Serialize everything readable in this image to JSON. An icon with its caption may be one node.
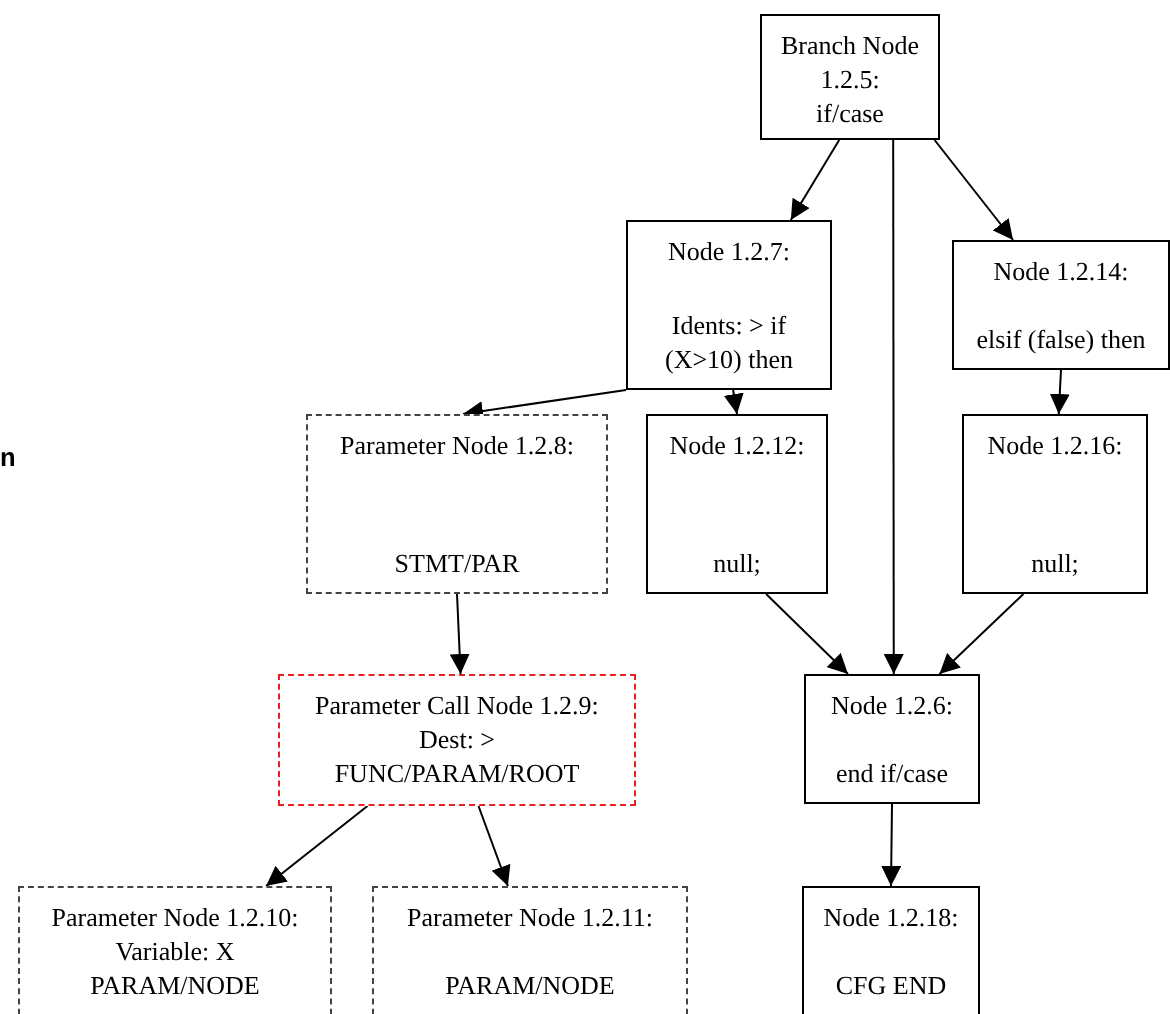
{
  "diagram": {
    "nodes": [
      {
        "text": [
          "Branch Node 1.2.5:",
          "if/case"
        ]
      },
      {
        "text": [
          "Node 1.2.7:",
          "Idents: > if (X>10) then"
        ]
      },
      {
        "text": [
          "Node 1.2.14:",
          "elsif (false) then"
        ]
      },
      {
        "text": [
          "Parameter Node 1.2.8:",
          "STMT/PAR"
        ]
      },
      {
        "text": [
          "Node 1.2.12:",
          "null;"
        ]
      },
      {
        "text": [
          "Node 1.2.16:",
          "null;"
        ]
      },
      {
        "text": [
          "Parameter Call Node 1.2.9:",
          "Dest: > FUNC/PARAM/ROOT"
        ]
      },
      {
        "text": [
          "Node 1.2.6:",
          "end if/case"
        ]
      },
      {
        "text": [
          "Parameter Node 1.2.10:",
          "Variable: X PARAM/NODE"
        ]
      },
      {
        "text": [
          "Parameter Node 1.2.11:",
          "PARAM/NODE"
        ]
      },
      {
        "text": [
          "Node 1.2.18:",
          "CFG END"
        ]
      }
    ],
    "edges": [
      {
        "from": 0,
        "to": 1,
        "arrow": "to"
      },
      {
        "from": 0,
        "to": 7,
        "arrow": "to"
      },
      {
        "from": 0,
        "to": 2,
        "arrow": "to"
      },
      {
        "from": 1,
        "to": 3,
        "arrow": "to"
      },
      {
        "from": 1,
        "to": 4,
        "arrow": "to"
      },
      {
        "from": 2,
        "to": 5,
        "arrow": "to"
      },
      {
        "from": 3,
        "to": 6,
        "arrow": "to"
      },
      {
        "from": 4,
        "to": 7,
        "arrow": "to"
      },
      {
        "from": 5,
        "to": 7,
        "arrow": "to"
      },
      {
        "from": 6,
        "to": 8,
        "arrow": "to"
      },
      {
        "from": 6,
        "to": 9,
        "arrow": "to"
      },
      {
        "from": 7,
        "to": 10,
        "arrow": "to"
      }
    ],
    "labels": [
      "n"
    ]
  }
}
